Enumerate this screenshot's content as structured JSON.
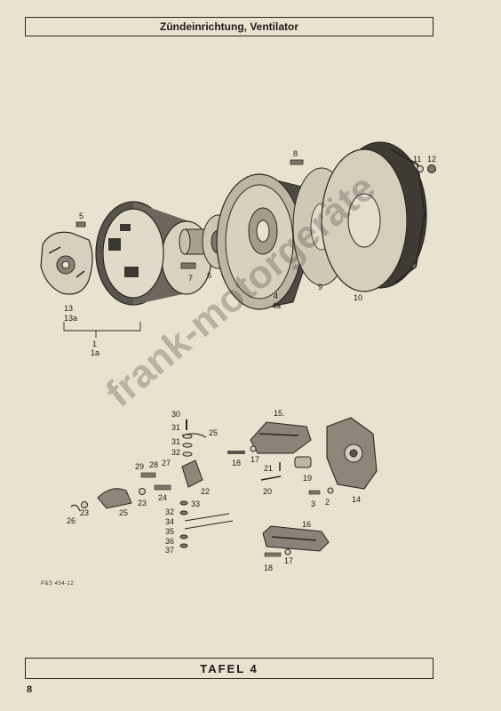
{
  "header": {
    "title": "Zündeinrichtung, Ventilator"
  },
  "footer": {
    "plate": "TAFEL 4",
    "page_number": "8",
    "drawing_code": "P&S 454-12"
  },
  "watermark": {
    "text": "frank-motorgeräte"
  },
  "part_labels": {
    "p1": "1",
    "p1a": "1a",
    "p2": "2",
    "p3": "3",
    "p4": "4",
    "p4a": "4a",
    "p5": "5",
    "p6": "6",
    "p7": "7",
    "p8": "8",
    "p9": "9",
    "p10": "10",
    "p11": "11",
    "p12": "12",
    "p13": "13",
    "p13a": "13a",
    "p14": "14",
    "p15": "15.",
    "p16": "16",
    "p17a": "17",
    "p17b": "17",
    "p18a": "18",
    "p18b": "18",
    "p19": "19",
    "p20": "20",
    "p21": "21",
    "p22": "22",
    "p23a": "23",
    "p23b": "23",
    "p24": "24",
    "p25a": "25",
    "p25b": "25",
    "p26": "26",
    "p27": "27",
    "p28": "28",
    "p29": "29",
    "p30": "30",
    "p31a": "31",
    "p31b": "31",
    "p32a": "32",
    "p32b": "32",
    "p33": "33",
    "p34": "34",
    "p35": "35",
    "p36": "36",
    "p37": "37"
  }
}
